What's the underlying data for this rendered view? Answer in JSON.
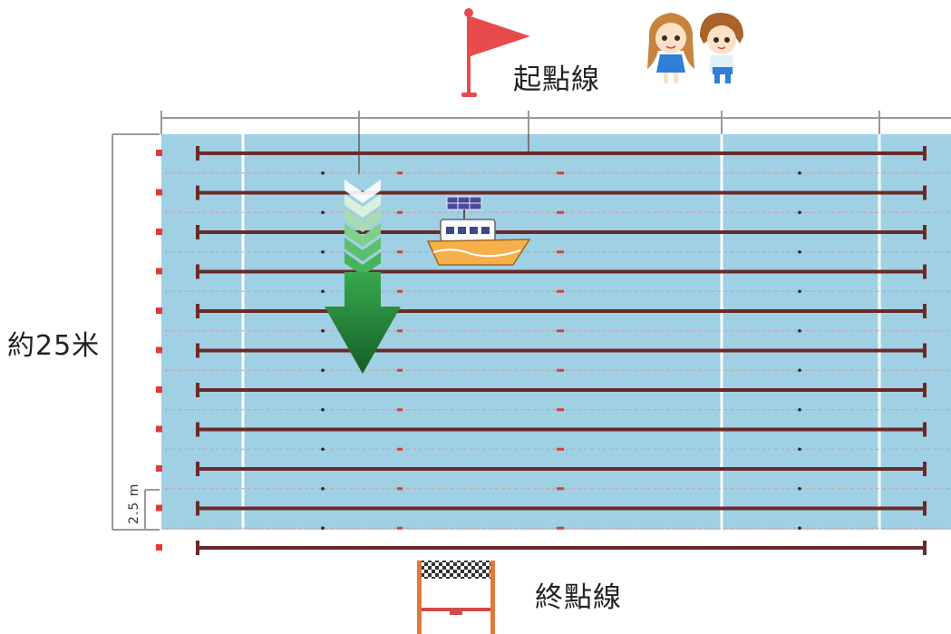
{
  "labels": {
    "start_line": "起點線",
    "finish_line": "終點線",
    "pool_length": "約25米",
    "lane_width": "2.5 m"
  },
  "pool": {
    "lanes": 10,
    "water_color": "#9fd0e3",
    "rope_color": "#6b2a2a",
    "marker_color": "#e53935"
  },
  "icons": {
    "start_flag": "red-flag",
    "kids": "two-children",
    "boat": "solar-boat",
    "direction": "green-down-arrow",
    "finish_gate": "checkered-finish-gate"
  },
  "colors": {
    "flag": "#e84b4b",
    "arrow": "#2e9b45",
    "boat_hull": "#f6b04a"
  }
}
